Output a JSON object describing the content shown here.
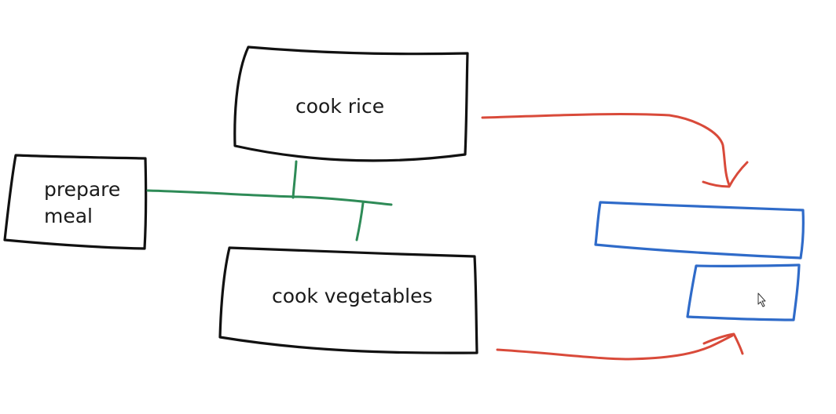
{
  "diagram": {
    "nodes": {
      "prepare_meal": {
        "line1": "prepare",
        "line2": "meal"
      },
      "cook_rice": {
        "label": "cook rice"
      },
      "cook_vegetables": {
        "label": "cook vegetables"
      }
    },
    "colors": {
      "box_ink": "#111111",
      "connector": "#2e8b57",
      "arrow": "#d94a3a",
      "blocks": "#2f6bc9",
      "background": "#ffffff"
    },
    "cursor_icon": "mouse-pointer-icon"
  }
}
